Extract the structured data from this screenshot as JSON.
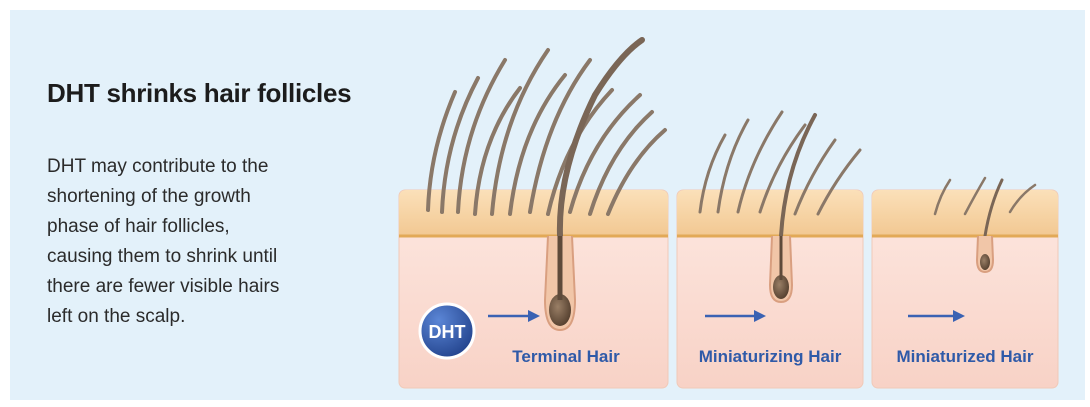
{
  "heading": "DHT shrinks hair follicles",
  "description": "DHT may contribute to the\nshortening of the growth\nphase of hair follicles,\ncausing them to shrink until\nthere are fewer visible hairs\nleft on the scalp.",
  "badge": "DHT",
  "stages": [
    {
      "label": "Terminal Hair"
    },
    {
      "label": "Miniaturizing Hair"
    },
    {
      "label": "Miniaturized Hair"
    }
  ],
  "colors": {
    "background": "#e3f1fa",
    "skin_top": "#f6d5a8",
    "skin_body": "#fbe3dd",
    "hair": "#8a7868",
    "label": "#2f5aa8",
    "badge": "#2e55a3"
  }
}
